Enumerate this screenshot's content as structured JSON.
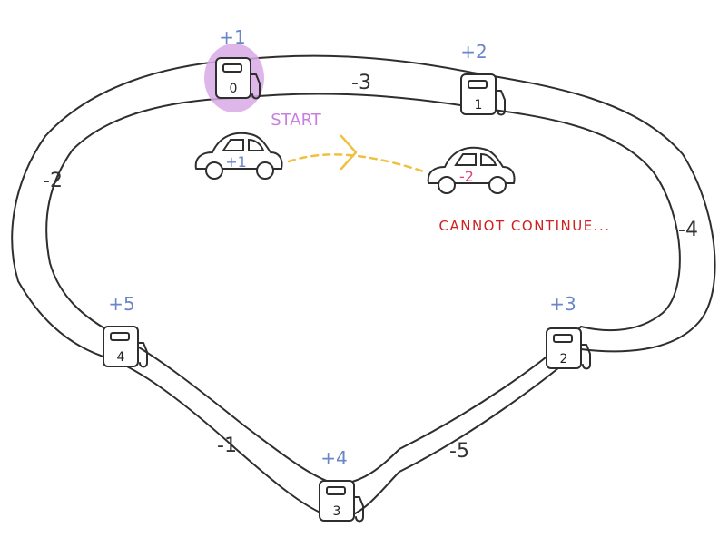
{
  "stations": [
    {
      "index": "0",
      "gain": "+1"
    },
    {
      "index": "1",
      "gain": "+2"
    },
    {
      "index": "2",
      "gain": "+3"
    },
    {
      "index": "3",
      "gain": "+4"
    },
    {
      "index": "4",
      "gain": "+5"
    }
  ],
  "segments": [
    {
      "from": "0",
      "to": "1",
      "cost": "-3"
    },
    {
      "from": "1",
      "to": "2",
      "cost": "-4"
    },
    {
      "from": "2",
      "to": "3",
      "cost": "-5"
    },
    {
      "from": "3",
      "to": "4",
      "cost": "-1"
    },
    {
      "from": "4",
      "to": "0",
      "cost": "-2"
    }
  ],
  "start_label": "START",
  "car_start": {
    "fuel": "+1"
  },
  "car_end": {
    "fuel": "-2"
  },
  "status_message": "CANNOT CONTINUE...",
  "colors": {
    "highlight": "#d9a9e6",
    "start_text": "#c97fe0",
    "gain_text": "#6a86c8",
    "arrow": "#f0c040",
    "negative_fuel": "#e0407a",
    "warning_text": "#d02020",
    "road": "#2e2e2e"
  }
}
